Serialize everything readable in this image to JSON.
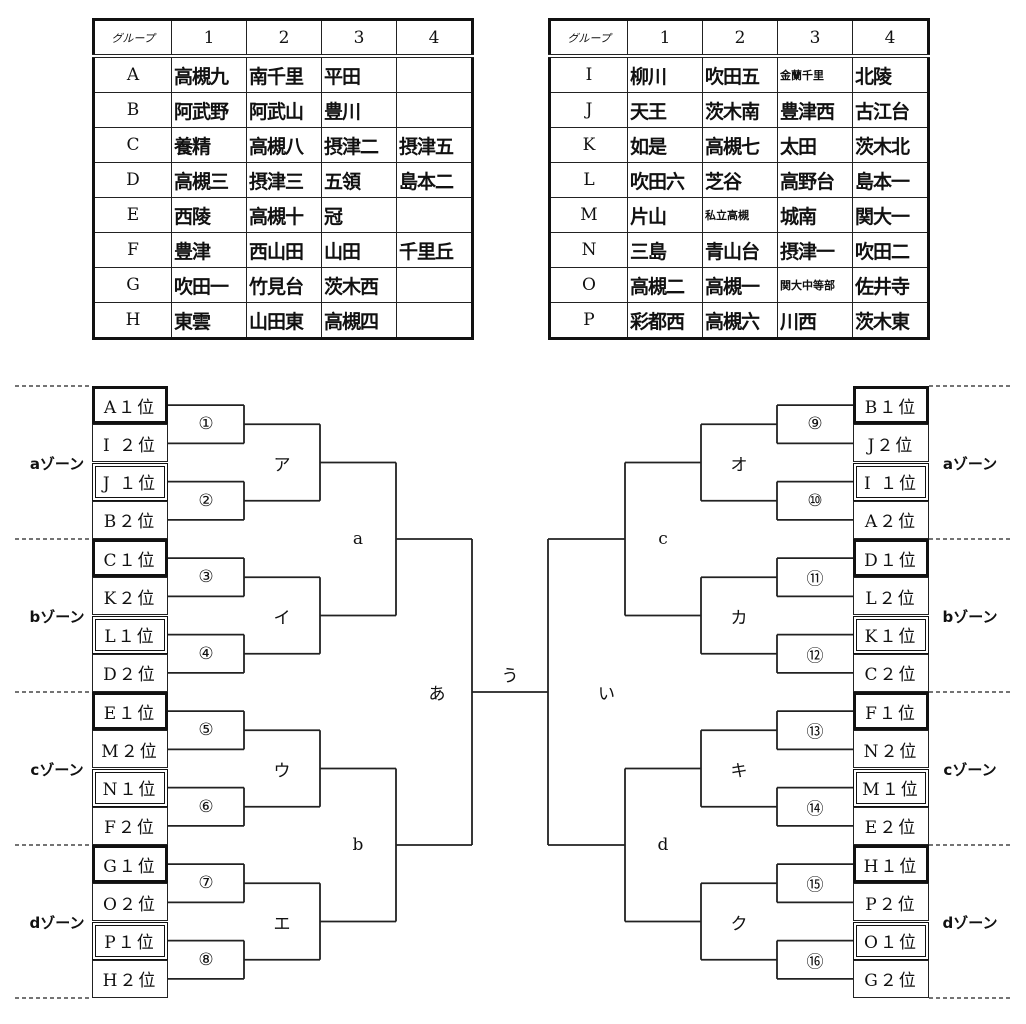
{
  "tables": {
    "left": {
      "header": [
        "グループ",
        "1",
        "2",
        "3",
        "4"
      ],
      "rows": [
        {
          "group": "A",
          "teams": [
            "高槻九",
            "南千里",
            "平田",
            ""
          ]
        },
        {
          "group": "B",
          "teams": [
            "阿武野",
            "阿武山",
            "豊川",
            ""
          ]
        },
        {
          "group": "C",
          "teams": [
            "養精",
            "高槻八",
            "摂津二",
            "摂津五"
          ]
        },
        {
          "group": "D",
          "teams": [
            "高槻三",
            "摂津三",
            "五領",
            "島本二"
          ]
        },
        {
          "group": "E",
          "teams": [
            "西陵",
            "高槻十",
            "冠",
            ""
          ]
        },
        {
          "group": "F",
          "teams": [
            "豊津",
            "西山田",
            "山田",
            "千里丘"
          ]
        },
        {
          "group": "G",
          "teams": [
            "吹田一",
            "竹見台",
            "茨木西",
            ""
          ]
        },
        {
          "group": "H",
          "teams": [
            "東雲",
            "山田東",
            "高槻四",
            ""
          ]
        }
      ]
    },
    "right": {
      "header": [
        "グループ",
        "1",
        "2",
        "3",
        "4"
      ],
      "rows": [
        {
          "group": "I",
          "teams": [
            "柳川",
            "吹田五",
            "金蘭千里",
            "北陵"
          ]
        },
        {
          "group": "J",
          "teams": [
            "天王",
            "茨木南",
            "豊津西",
            "古江台"
          ]
        },
        {
          "group": "K",
          "teams": [
            "如是",
            "高槻七",
            "太田",
            "茨木北"
          ]
        },
        {
          "group": "L",
          "teams": [
            "吹田六",
            "芝谷",
            "高野台",
            "島本一"
          ]
        },
        {
          "group": "M",
          "teams": [
            "片山",
            "私立高槻",
            "城南",
            "関大一"
          ]
        },
        {
          "group": "N",
          "teams": [
            "三島",
            "青山台",
            "摂津一",
            "吹田二"
          ]
        },
        {
          "group": "O",
          "teams": [
            "高槻二",
            "高槻一",
            "関大中等部",
            "佐井寺"
          ]
        },
        {
          "group": "P",
          "teams": [
            "彩都西",
            "高槻六",
            "川西",
            "茨木東"
          ]
        }
      ]
    }
  },
  "bracket": {
    "left": {
      "zones": [
        {
          "label": "aゾーン",
          "slots": [
            {
              "text": "A１位",
              "style": "first"
            },
            {
              "text": "I ２位",
              "style": "plain"
            },
            {
              "text": "J １位",
              "style": "dbl"
            },
            {
              "text": "B２位",
              "style": "plain"
            }
          ],
          "matches": [
            "①",
            "②"
          ],
          "round2": "ア"
        },
        {
          "label": "bゾーン",
          "slots": [
            {
              "text": "C１位",
              "style": "first"
            },
            {
              "text": "K２位",
              "style": "plain"
            },
            {
              "text": "L１位",
              "style": "dbl"
            },
            {
              "text": "D２位",
              "style": "plain"
            }
          ],
          "matches": [
            "③",
            "④"
          ],
          "round2": "イ"
        },
        {
          "label": "cゾーン",
          "slots": [
            {
              "text": "E１位",
              "style": "first"
            },
            {
              "text": "M２位",
              "style": "plain"
            },
            {
              "text": "N１位",
              "style": "dbl"
            },
            {
              "text": "F２位",
              "style": "plain"
            }
          ],
          "matches": [
            "⑤",
            "⑥"
          ],
          "round2": "ウ"
        },
        {
          "label": "dゾーン",
          "slots": [
            {
              "text": "G１位",
              "style": "first"
            },
            {
              "text": "O２位",
              "style": "plain"
            },
            {
              "text": "P１位",
              "style": "dbl"
            },
            {
              "text": "H２位",
              "style": "plain"
            }
          ],
          "matches": [
            "⑦",
            "⑧"
          ],
          "round2": "エ"
        }
      ],
      "round3": [
        "a",
        "b"
      ],
      "semi": "あ"
    },
    "right": {
      "zones": [
        {
          "label": "aゾーン",
          "slots": [
            {
              "text": "B１位",
              "style": "first"
            },
            {
              "text": "J２位",
              "style": "plain"
            },
            {
              "text": "I １位",
              "style": "dbl"
            },
            {
              "text": "A２位",
              "style": "plain"
            }
          ],
          "matches": [
            "⑨",
            "⑩"
          ],
          "round2": "オ"
        },
        {
          "label": "bゾーン",
          "slots": [
            {
              "text": "D１位",
              "style": "first"
            },
            {
              "text": "L２位",
              "style": "plain"
            },
            {
              "text": "K１位",
              "style": "dbl"
            },
            {
              "text": "C２位",
              "style": "plain"
            }
          ],
          "matches": [
            "⑪",
            "⑫"
          ],
          "round2": "カ"
        },
        {
          "label": "cゾーン",
          "slots": [
            {
              "text": "F１位",
              "style": "first"
            },
            {
              "text": "N２位",
              "style": "plain"
            },
            {
              "text": "M１位",
              "style": "dbl"
            },
            {
              "text": "E２位",
              "style": "plain"
            }
          ],
          "matches": [
            "⑬",
            "⑭"
          ],
          "round2": "キ"
        },
        {
          "label": "dゾーン",
          "slots": [
            {
              "text": "H１位",
              "style": "first"
            },
            {
              "text": "P２位",
              "style": "plain"
            },
            {
              "text": "O１位",
              "style": "dbl"
            },
            {
              "text": "G２位",
              "style": "plain"
            }
          ],
          "matches": [
            "⑮",
            "⑯"
          ],
          "round2": "ク"
        }
      ],
      "round3": [
        "c",
        "d"
      ],
      "semi": "い"
    },
    "final": "う"
  }
}
